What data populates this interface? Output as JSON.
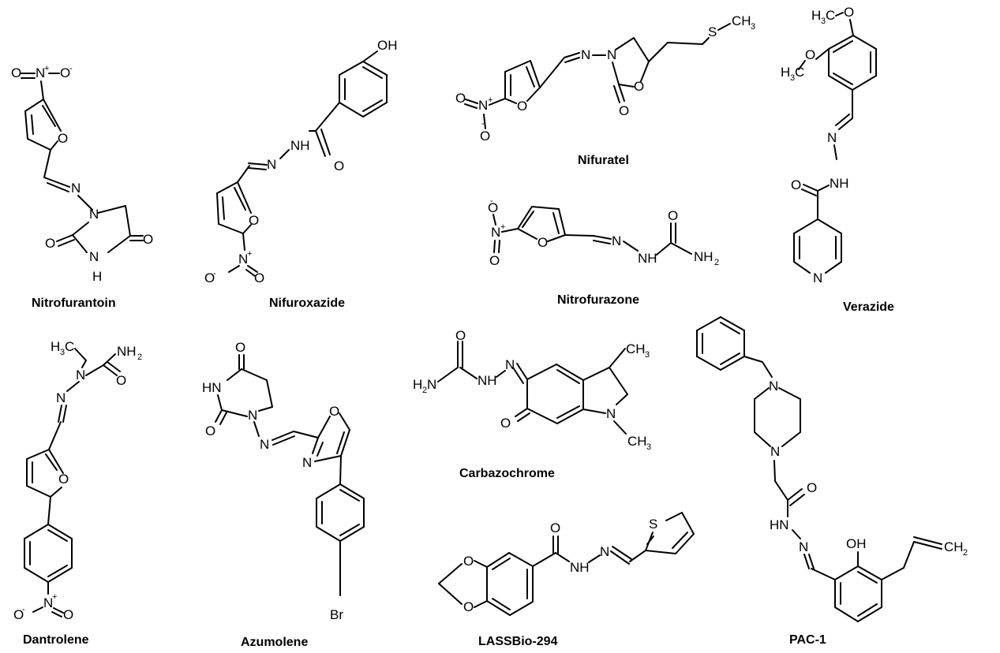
{
  "compounds": [
    {
      "name": "Nitrofurantoin"
    },
    {
      "name": "Nifuroxazide"
    },
    {
      "name": "Nifuratel"
    },
    {
      "name": "Nitrofurazone"
    },
    {
      "name": "Verazide"
    },
    {
      "name": "Dantrolene"
    },
    {
      "name": "Azumolene"
    },
    {
      "name": "Carbazochrome"
    },
    {
      "name": "LASSBio-294"
    },
    {
      "name": "PAC-1"
    }
  ],
  "atoms": {
    "O": "O",
    "N": "N",
    "H": "H",
    "S": "S",
    "Br": "Br",
    "OH": "OH",
    "NH": "NH",
    "HN": "HN",
    "NH_H": "NH-H",
    "CH3": "CH",
    "H3C": "H",
    "NH2": "NH",
    "H2N": "H",
    "sub2": "2",
    "sub3": "3",
    "C_": "C",
    "N_": "N",
    "plus": "+",
    "minus": "-",
    "CH2": "CH"
  }
}
